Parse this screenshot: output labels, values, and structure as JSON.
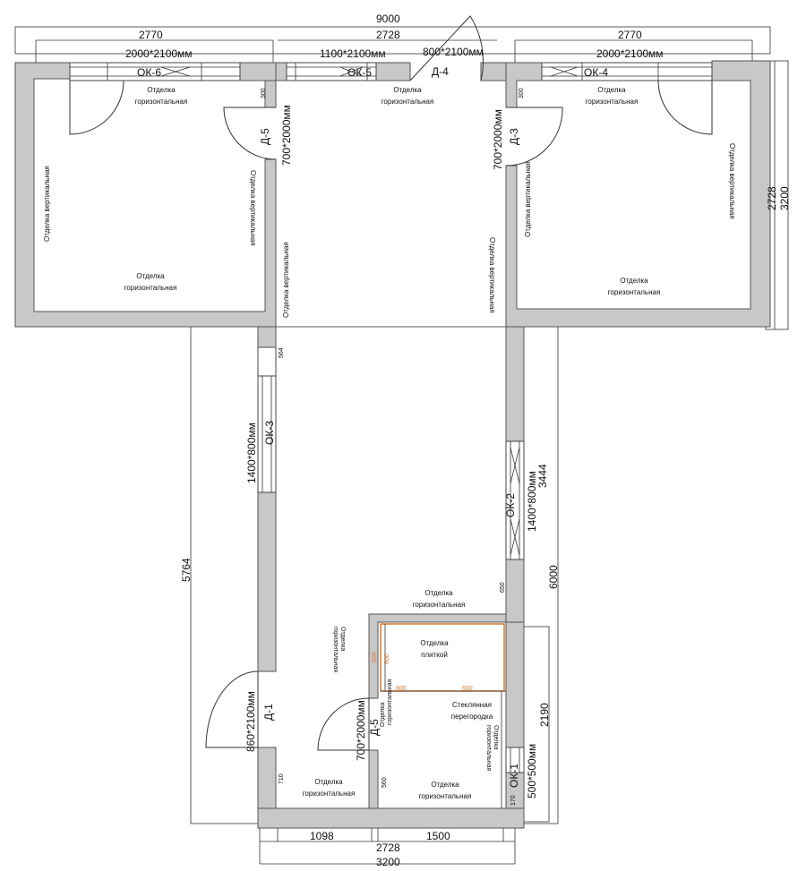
{
  "dimensions": {
    "overall_width": "9000",
    "left_room_width": "2770",
    "left_room_inner": "2728",
    "right_room_width": "2770",
    "right_room_height_inner": "2728",
    "right_room_height": "3200",
    "corridor_length": "5764",
    "right_wall_segment": "3444",
    "right_total": "6000",
    "bath_height": "2190",
    "bottom_left": "1098",
    "bottom_right": "1500",
    "bottom_inner": "2728",
    "bottom_total": "3200",
    "small_300_left": "300",
    "small_300_right": "300",
    "small_564": "564",
    "small_650": "650",
    "small_710": "710",
    "small_560": "560",
    "small_170": "170",
    "tile_600_a": "600",
    "tile_600_b": "600",
    "tile_600_c": "600",
    "tile_600_d": "600"
  },
  "openings": {
    "ok6_size": "2000*2100мм",
    "ok6": "ОК-6",
    "ok5_size": "1100*2100мм",
    "ok5": "ОК-5",
    "d4_size": "800*2100мм",
    "d4": "Д-4",
    "ok4_size": "2000*2100мм",
    "ok4": "ОК-4",
    "d5_top_size": "700*2000мм",
    "d5_top": "Д-5",
    "d3_size": "700*2000мм",
    "d3": "Д-3",
    "ok3_size": "1400*800мм",
    "ok3": "ОК-3",
    "ok2_size": "1400*800мм",
    "ok2": "ОК-2",
    "d1_size": "860*2100мм",
    "d1": "Д-1",
    "d5_bot_size": "700*2000мм",
    "d5_bot": "Д-5",
    "ok1_size": "500*500мм",
    "ok1": "ОК-1"
  },
  "notes": {
    "finish": "Отделка",
    "horizontal": "горизонтальная",
    "vertical_full": "Отделка вертикальная",
    "tile_line2": "плиткой",
    "glass_line1": "Стеклянная",
    "glass_line2": "перегородка"
  }
}
